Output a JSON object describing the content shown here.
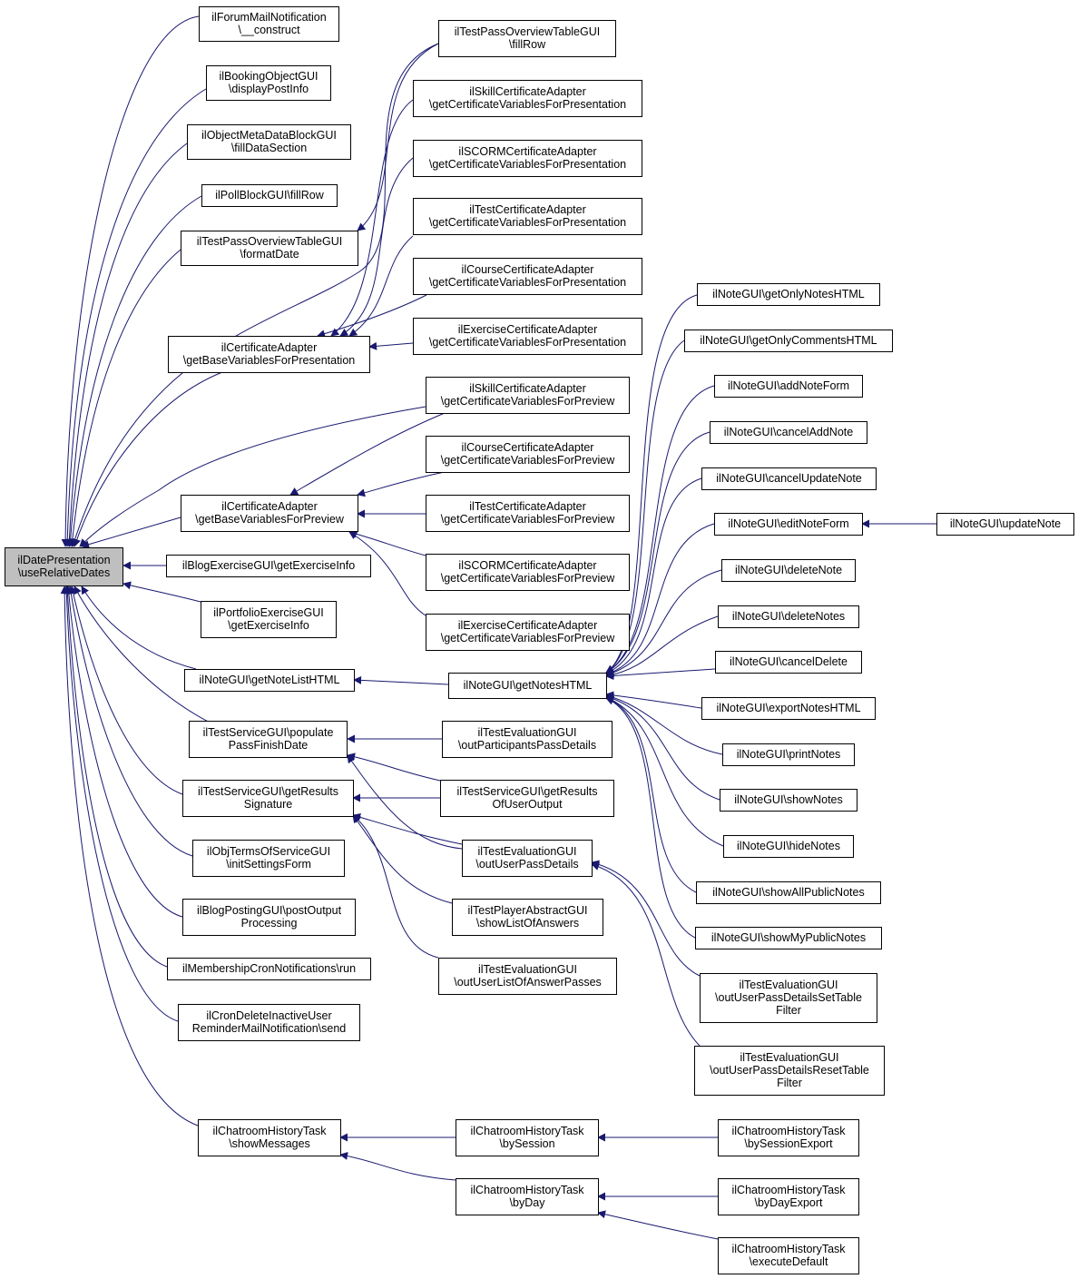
{
  "diagram": {
    "colors": {
      "edge": "#191970",
      "node_border": "#000000",
      "node_fill": "#ffffff",
      "root_fill": "#bfbfbf",
      "background": "#ffffff"
    },
    "nodes": [
      {
        "id": "root",
        "lines": [
          "ilDatePresentation",
          "\\useRelativeDates"
        ],
        "root": true
      },
      {
        "id": "forum",
        "lines": [
          "ilForumMailNotification",
          "\\__construct"
        ]
      },
      {
        "id": "booking",
        "lines": [
          "ilBookingObjectGUI",
          "\\displayPostInfo"
        ]
      },
      {
        "id": "objmeta",
        "lines": [
          "ilObjectMetaDataBlockGUI",
          "\\fillDataSection"
        ]
      },
      {
        "id": "poll",
        "lines": [
          "ilPollBlockGUI\\fillRow"
        ]
      },
      {
        "id": "tpotFormat",
        "lines": [
          "ilTestPassOverviewTableGUI",
          "\\formatDate"
        ]
      },
      {
        "id": "certBasePres",
        "lines": [
          "ilCertificateAdapter",
          "\\getBaseVariablesForPresentation"
        ]
      },
      {
        "id": "certBasePrev",
        "lines": [
          "ilCertificateAdapter",
          "\\getBaseVariablesForPreview"
        ]
      },
      {
        "id": "blogEx",
        "lines": [
          "ilBlogExerciseGUI\\getExerciseInfo"
        ]
      },
      {
        "id": "portEx",
        "lines": [
          "ilPortfolioExerciseGUI",
          "\\getExerciseInfo"
        ]
      },
      {
        "id": "noteList",
        "lines": [
          "ilNoteGUI\\getNoteListHTML"
        ]
      },
      {
        "id": "tsPopulate",
        "lines": [
          "ilTestServiceGUI\\populate",
          "PassFinishDate"
        ]
      },
      {
        "id": "tsSig",
        "lines": [
          "ilTestServiceGUI\\getResults",
          "Signature"
        ]
      },
      {
        "id": "objTerms",
        "lines": [
          "ilObjTermsOfServiceGUI",
          "\\initSettingsForm"
        ]
      },
      {
        "id": "blogPost",
        "lines": [
          "ilBlogPostingGUI\\postOutput",
          "Processing"
        ]
      },
      {
        "id": "memCron",
        "lines": [
          "ilMembershipCronNotifications\\run"
        ]
      },
      {
        "id": "cronDel",
        "lines": [
          "ilCronDeleteInactiveUser",
          "ReminderMailNotification\\send"
        ]
      },
      {
        "id": "chatShow",
        "lines": [
          "ilChatroomHistoryTask",
          "\\showMessages"
        ]
      },
      {
        "id": "tpotFill",
        "lines": [
          "ilTestPassOverviewTableGUI",
          "\\fillRow"
        ]
      },
      {
        "id": "skillPres",
        "lines": [
          "ilSkillCertificateAdapter",
          "\\getCertificateVariablesForPresentation"
        ]
      },
      {
        "id": "scormPres",
        "lines": [
          "ilSCORMCertificateAdapter",
          "\\getCertificateVariablesForPresentation"
        ]
      },
      {
        "id": "testPres",
        "lines": [
          "ilTestCertificateAdapter",
          "\\getCertificateVariablesForPresentation"
        ]
      },
      {
        "id": "coursePres",
        "lines": [
          "ilCourseCertificateAdapter",
          "\\getCertificateVariablesForPresentation"
        ]
      },
      {
        "id": "exPres",
        "lines": [
          "ilExerciseCertificateAdapter",
          "\\getCertificateVariablesForPresentation"
        ]
      },
      {
        "id": "skillPrev",
        "lines": [
          "ilSkillCertificateAdapter",
          "\\getCertificateVariablesForPreview"
        ]
      },
      {
        "id": "coursePrev",
        "lines": [
          "ilCourseCertificateAdapter",
          "\\getCertificateVariablesForPreview"
        ]
      },
      {
        "id": "testPrev",
        "lines": [
          "ilTestCertificateAdapter",
          "\\getCertificateVariablesForPreview"
        ]
      },
      {
        "id": "scormPrev",
        "lines": [
          "ilSCORMCertificateAdapter",
          "\\getCertificateVariablesForPreview"
        ]
      },
      {
        "id": "exPrev",
        "lines": [
          "ilExerciseCertificateAdapter",
          "\\getCertificateVariablesForPreview"
        ]
      },
      {
        "id": "notesHTML",
        "lines": [
          "ilNoteGUI\\getNotesHTML"
        ]
      },
      {
        "id": "evalParticipants",
        "lines": [
          "ilTestEvaluationGUI",
          "\\outParticipantsPassDetails"
        ]
      },
      {
        "id": "tsResultsUser",
        "lines": [
          "ilTestServiceGUI\\getResults",
          "OfUserOutput"
        ]
      },
      {
        "id": "evalUserPass",
        "lines": [
          "ilTestEvaluationGUI",
          "\\outUserPassDetails"
        ]
      },
      {
        "id": "playerShow",
        "lines": [
          "ilTestPlayerAbstractGUI",
          "\\showListOfAnswers"
        ]
      },
      {
        "id": "evalUserList",
        "lines": [
          "ilTestEvaluationGUI",
          "\\outUserListOfAnswerPasses"
        ]
      },
      {
        "id": "chatBySession",
        "lines": [
          "ilChatroomHistoryTask",
          "\\bySession"
        ]
      },
      {
        "id": "chatByDay",
        "lines": [
          "ilChatroomHistoryTask",
          "\\byDay"
        ]
      },
      {
        "id": "onlyNotes",
        "lines": [
          "ilNoteGUI\\getOnlyNotesHTML"
        ]
      },
      {
        "id": "onlyComments",
        "lines": [
          "ilNoteGUI\\getOnlyCommentsHTML"
        ]
      },
      {
        "id": "addNoteForm",
        "lines": [
          "ilNoteGUI\\addNoteForm"
        ]
      },
      {
        "id": "cancelAddNote",
        "lines": [
          "ilNoteGUI\\cancelAddNote"
        ]
      },
      {
        "id": "cancelUpdateNote",
        "lines": [
          "ilNoteGUI\\cancelUpdateNote"
        ]
      },
      {
        "id": "editNoteForm",
        "lines": [
          "ilNoteGUI\\editNoteForm"
        ]
      },
      {
        "id": "deleteNote",
        "lines": [
          "ilNoteGUI\\deleteNote"
        ]
      },
      {
        "id": "deleteNotes",
        "lines": [
          "ilNoteGUI\\deleteNotes"
        ]
      },
      {
        "id": "cancelDelete",
        "lines": [
          "ilNoteGUI\\cancelDelete"
        ]
      },
      {
        "id": "exportNotes",
        "lines": [
          "ilNoteGUI\\exportNotesHTML"
        ]
      },
      {
        "id": "printNotes",
        "lines": [
          "ilNoteGUI\\printNotes"
        ]
      },
      {
        "id": "showNotes",
        "lines": [
          "ilNoteGUI\\showNotes"
        ]
      },
      {
        "id": "hideNotes",
        "lines": [
          "ilNoteGUI\\hideNotes"
        ]
      },
      {
        "id": "showAllPublic",
        "lines": [
          "ilNoteGUI\\showAllPublicNotes"
        ]
      },
      {
        "id": "showMyPublic",
        "lines": [
          "ilNoteGUI\\showMyPublicNotes"
        ]
      },
      {
        "id": "evalSetFilter",
        "lines": [
          "ilTestEvaluationGUI",
          "\\outUserPassDetailsSetTable",
          "Filter"
        ]
      },
      {
        "id": "evalResetFilter",
        "lines": [
          "ilTestEvaluationGUI",
          "\\outUserPassDetailsResetTable",
          "Filter"
        ]
      },
      {
        "id": "updateNote",
        "lines": [
          "ilNoteGUI\\updateNote"
        ]
      },
      {
        "id": "chatBySessionExport",
        "lines": [
          "ilChatroomHistoryTask",
          "\\bySessionExport"
        ]
      },
      {
        "id": "chatByDayExport",
        "lines": [
          "ilChatroomHistoryTask",
          "\\byDayExport"
        ]
      },
      {
        "id": "chatExecDefault",
        "lines": [
          "ilChatroomHistoryTask",
          "\\executeDefault"
        ]
      }
    ],
    "edges": [
      [
        "forum",
        "root"
      ],
      [
        "booking",
        "root"
      ],
      [
        "objmeta",
        "root"
      ],
      [
        "poll",
        "root"
      ],
      [
        "tpotFormat",
        "root"
      ],
      [
        "tpotFill",
        "root"
      ],
      [
        "certBasePres",
        "root"
      ],
      [
        "skillPrev",
        "root"
      ],
      [
        "certBasePrev",
        "root"
      ],
      [
        "blogEx",
        "root"
      ],
      [
        "portEx",
        "root"
      ],
      [
        "noteList",
        "root"
      ],
      [
        "tsPopulate",
        "root"
      ],
      [
        "tsSig",
        "root"
      ],
      [
        "objTerms",
        "root"
      ],
      [
        "blogPost",
        "root"
      ],
      [
        "memCron",
        "root"
      ],
      [
        "cronDel",
        "root"
      ],
      [
        "chatShow",
        "root"
      ],
      [
        "tpotFill",
        "tpotFormat"
      ],
      [
        "skillPres",
        "certBasePres"
      ],
      [
        "scormPres",
        "certBasePres"
      ],
      [
        "testPres",
        "certBasePres"
      ],
      [
        "coursePres",
        "certBasePres"
      ],
      [
        "exPres",
        "certBasePres"
      ],
      [
        "skillPrev",
        "certBasePrev"
      ],
      [
        "coursePrev",
        "certBasePrev"
      ],
      [
        "testPrev",
        "certBasePrev"
      ],
      [
        "scormPrev",
        "certBasePrev"
      ],
      [
        "exPrev",
        "certBasePrev"
      ],
      [
        "notesHTML",
        "noteList"
      ],
      [
        "evalParticipants",
        "tsPopulate"
      ],
      [
        "tsResultsUser",
        "tsPopulate"
      ],
      [
        "evalUserPass",
        "tsPopulate"
      ],
      [
        "tsResultsUser",
        "tsSig"
      ],
      [
        "evalUserPass",
        "tsSig"
      ],
      [
        "playerShow",
        "tsSig"
      ],
      [
        "evalUserList",
        "tsSig"
      ],
      [
        "chatBySession",
        "chatShow"
      ],
      [
        "chatByDay",
        "chatShow"
      ],
      [
        "onlyNotes",
        "notesHTML"
      ],
      [
        "onlyComments",
        "notesHTML"
      ],
      [
        "addNoteForm",
        "notesHTML"
      ],
      [
        "cancelAddNote",
        "notesHTML"
      ],
      [
        "cancelUpdateNote",
        "notesHTML"
      ],
      [
        "editNoteForm",
        "notesHTML"
      ],
      [
        "deleteNote",
        "notesHTML"
      ],
      [
        "deleteNotes",
        "notesHTML"
      ],
      [
        "cancelDelete",
        "notesHTML"
      ],
      [
        "exportNotes",
        "notesHTML"
      ],
      [
        "printNotes",
        "notesHTML"
      ],
      [
        "showNotes",
        "notesHTML"
      ],
      [
        "hideNotes",
        "notesHTML"
      ],
      [
        "showAllPublic",
        "notesHTML"
      ],
      [
        "showMyPublic",
        "notesHTML"
      ],
      [
        "updateNote",
        "editNoteForm"
      ],
      [
        "evalSetFilter",
        "evalUserPass"
      ],
      [
        "evalResetFilter",
        "evalUserPass"
      ],
      [
        "chatBySessionExport",
        "chatBySession"
      ],
      [
        "chatByDayExport",
        "chatByDay"
      ],
      [
        "chatExecDefault",
        "chatByDay"
      ]
    ]
  }
}
